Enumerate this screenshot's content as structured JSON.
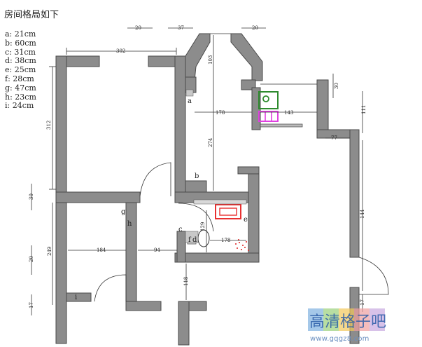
{
  "page": {
    "title": "房间格局如下"
  },
  "legend": [
    "a: 21cm",
    "b: 60cm",
    "c: 31cm",
    "d: 38cm",
    "e: 25cm",
    "f: 28cm",
    "g: 47cm",
    "h: 23cm",
    "i: 24cm"
  ],
  "point_labels": {
    "a": "a",
    "b": "b",
    "c": "c",
    "d": "d",
    "e": "e",
    "f": "f",
    "g": "g",
    "h": "h",
    "i": "i"
  },
  "dimensions": {
    "top_20_left": "20",
    "top_37": "37",
    "top_20_right": "20",
    "width_302": "302",
    "height_312": "312",
    "height_103": "103",
    "height_274": "274",
    "width_178_top": "178",
    "width_143": "143",
    "height_30_right": "30",
    "height_111": "111",
    "width_77": "77",
    "height_30_left": "30",
    "height_249": "249",
    "height_20": "20",
    "height_17": "17",
    "width_184": "184",
    "width_94": "94",
    "height_129": "129",
    "width_178_bath": "178",
    "height_118": "118",
    "height_144": "144",
    "height_17_right": "17"
  },
  "colors": {
    "wall": "#8c8c8c",
    "wall_outline": "#4a4a4a",
    "washer_box": "#2e8b2e",
    "bench_box": "#e040e0",
    "bath_box": "#e83030",
    "tiles": "#e02020"
  },
  "watermark": {
    "text": "高清格子吧",
    "url": "www.gqgz8.com"
  }
}
